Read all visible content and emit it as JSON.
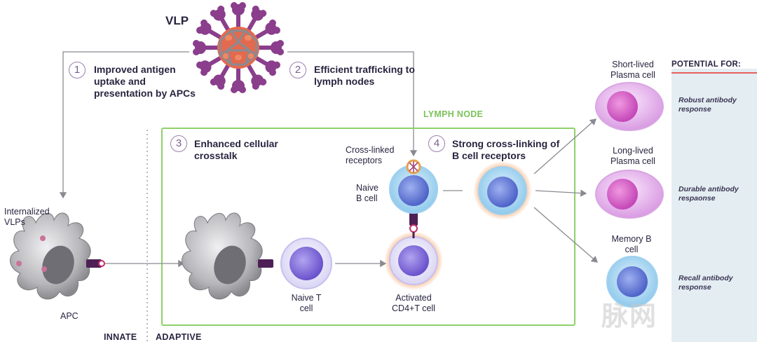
{
  "vlp_label": "VLP",
  "steps": [
    {
      "num": "1",
      "title": "Improved antigen uptake and presentation by APCs"
    },
    {
      "num": "2",
      "title": "Efficient trafficking to lymph nodes"
    },
    {
      "num": "3",
      "title": "Enhanced cellular crosstalk"
    },
    {
      "num": "4",
      "title": "Strong cross-linking of B cell receptors"
    }
  ],
  "lymph_node_label": "LYMPH NODE",
  "internalized_vlps_label": "Internalized VLPs",
  "apc_label": "APC",
  "innate_label": "INNATE",
  "adaptive_label": "ADAPTIVE",
  "naive_t_cell_label": "Naive T cell",
  "activated_cd4_label": "Activated CD4+T cell",
  "cross_linked_label": "Cross-linked receptors",
  "naive_b_cell_label": "Naive B cell",
  "outcomes": [
    {
      "cell": "Short-lived Plasma cell",
      "potential": "Robust antibody response"
    },
    {
      "cell": "Long-lived Plasma cell",
      "potential": "Durable antibody respaonse"
    },
    {
      "cell": "Memory B cell",
      "potential": "Recall antibody response"
    }
  ],
  "potential_for_label": "POTENTIAL FOR:",
  "watermark": "脉网",
  "colors": {
    "lymph_border": "#8fd16a",
    "accent_red": "#e85f5c",
    "panel_bg": "#e3edf2",
    "purple": "#8a3e8c",
    "orange": "#e36a4e",
    "b_cell_blue": "#8ec9ec",
    "t_cell_purple": "#8a78d8",
    "plasma_pink": "#e3a3ea",
    "apc_gray": "#9a9a9e"
  }
}
